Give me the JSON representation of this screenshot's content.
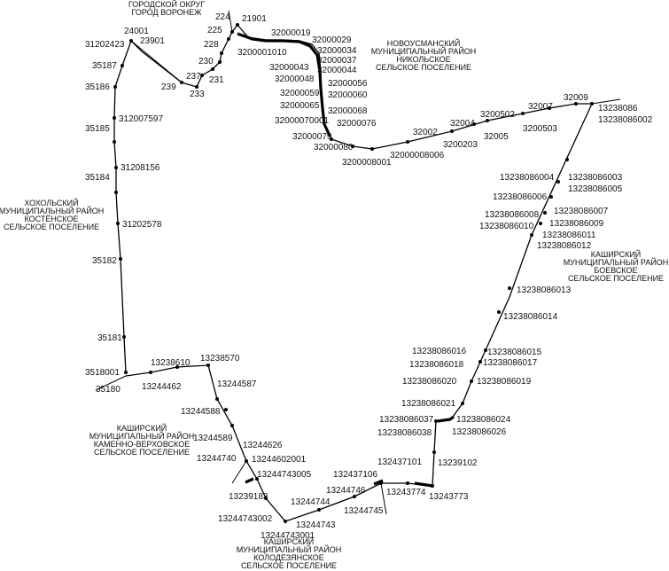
{
  "regions": [
    {
      "lines": [
        "ГОРОДСКОЙ ОКРУГ",
        "ГОРОД ВОРОНЕЖ"
      ]
    },
    {
      "lines": [
        "НОВОУСМАНСКИЙ",
        "МУНИЦИПАЛЬНЫЙ РАЙОН",
        "НИКОЛЬСКОЕ",
        "СЕЛЬСКОЕ ПОСЕЛЕНИЕ"
      ]
    },
    {
      "lines": [
        "ХОХОЛЬСКИЙ",
        "МУНИЦИПАЛЬНЫЙ РАЙОН",
        "КОСТЁНСКОЕ",
        "СЕЛЬСКОЕ ПОСЕЛЕНИЕ"
      ]
    },
    {
      "lines": [
        "КАШИРСКИЙ",
        "МУНИЦИПАЛЬНЫЙ РАЙОН",
        "БОЕВСКОЕ",
        "СЕЛЬСКОЕ ПОСЕЛЕНИЕ"
      ]
    },
    {
      "lines": [
        "КАШИРСКИЙ",
        "МУНИЦИПАЛЬНЫЙ РАЙОН",
        "КАМЕННО-ВЕРХОВСКОЕ",
        "СЕЛЬСКОЕ ПОСЕЛЕНИЕ"
      ]
    },
    {
      "lines": [
        "КАШИРСКИЙ",
        "МУНИЦИПАЛЬНЫЙ РАЙОН",
        "КОЛОДЕЗЯНСКОЕ",
        "СЕЛЬСКОЕ ПОСЕЛЕНИЕ"
      ]
    }
  ],
  "points": [
    "24001",
    "23901",
    "31202423",
    "35187",
    "35186",
    "312007597",
    "35185",
    "31208156",
    "35184",
    "31202578",
    "35182",
    "35181",
    "3518001",
    "35180",
    "239",
    "233",
    "237",
    "231",
    "230",
    "228",
    "225",
    "224",
    "21901",
    "32000019",
    "32000029",
    "32000034",
    "32000037",
    "32000044",
    "3200001010",
    "32000043",
    "32000048",
    "32000056",
    "32000059",
    "32000060",
    "32000065",
    "32000068",
    "32000076",
    "32000070001",
    "32000079",
    "32000080",
    "3200008001",
    "32000008006",
    "32002",
    "32004",
    "3200203",
    "32005",
    "3200502",
    "32007",
    "3200503",
    "32009",
    "13238086",
    "13238086002",
    "13238086003",
    "13238086004",
    "13238086005",
    "13238086006",
    "13238086007",
    "13238086008",
    "13238086009",
    "13238086010",
    "13238086011",
    "13238086012",
    "13238086013",
    "13238086014",
    "13238086015",
    "13238086016",
    "13238086017",
    "13238086018",
    "13238086019",
    "13238086020",
    "13238086021",
    "13238086024",
    "13238086026",
    "13238086037",
    "13238086038",
    "13239102",
    "13243773",
    "13243774",
    "132437101",
    "132437106",
    "13244746",
    "13244745",
    "13244744",
    "13244743",
    "13244743001",
    "13244743002",
    "13239183",
    "13244743005",
    "13244602001",
    "13244740",
    "13244626",
    "13244589",
    "13244588",
    "13244587",
    "13238570",
    "13238610",
    "13244462"
  ]
}
